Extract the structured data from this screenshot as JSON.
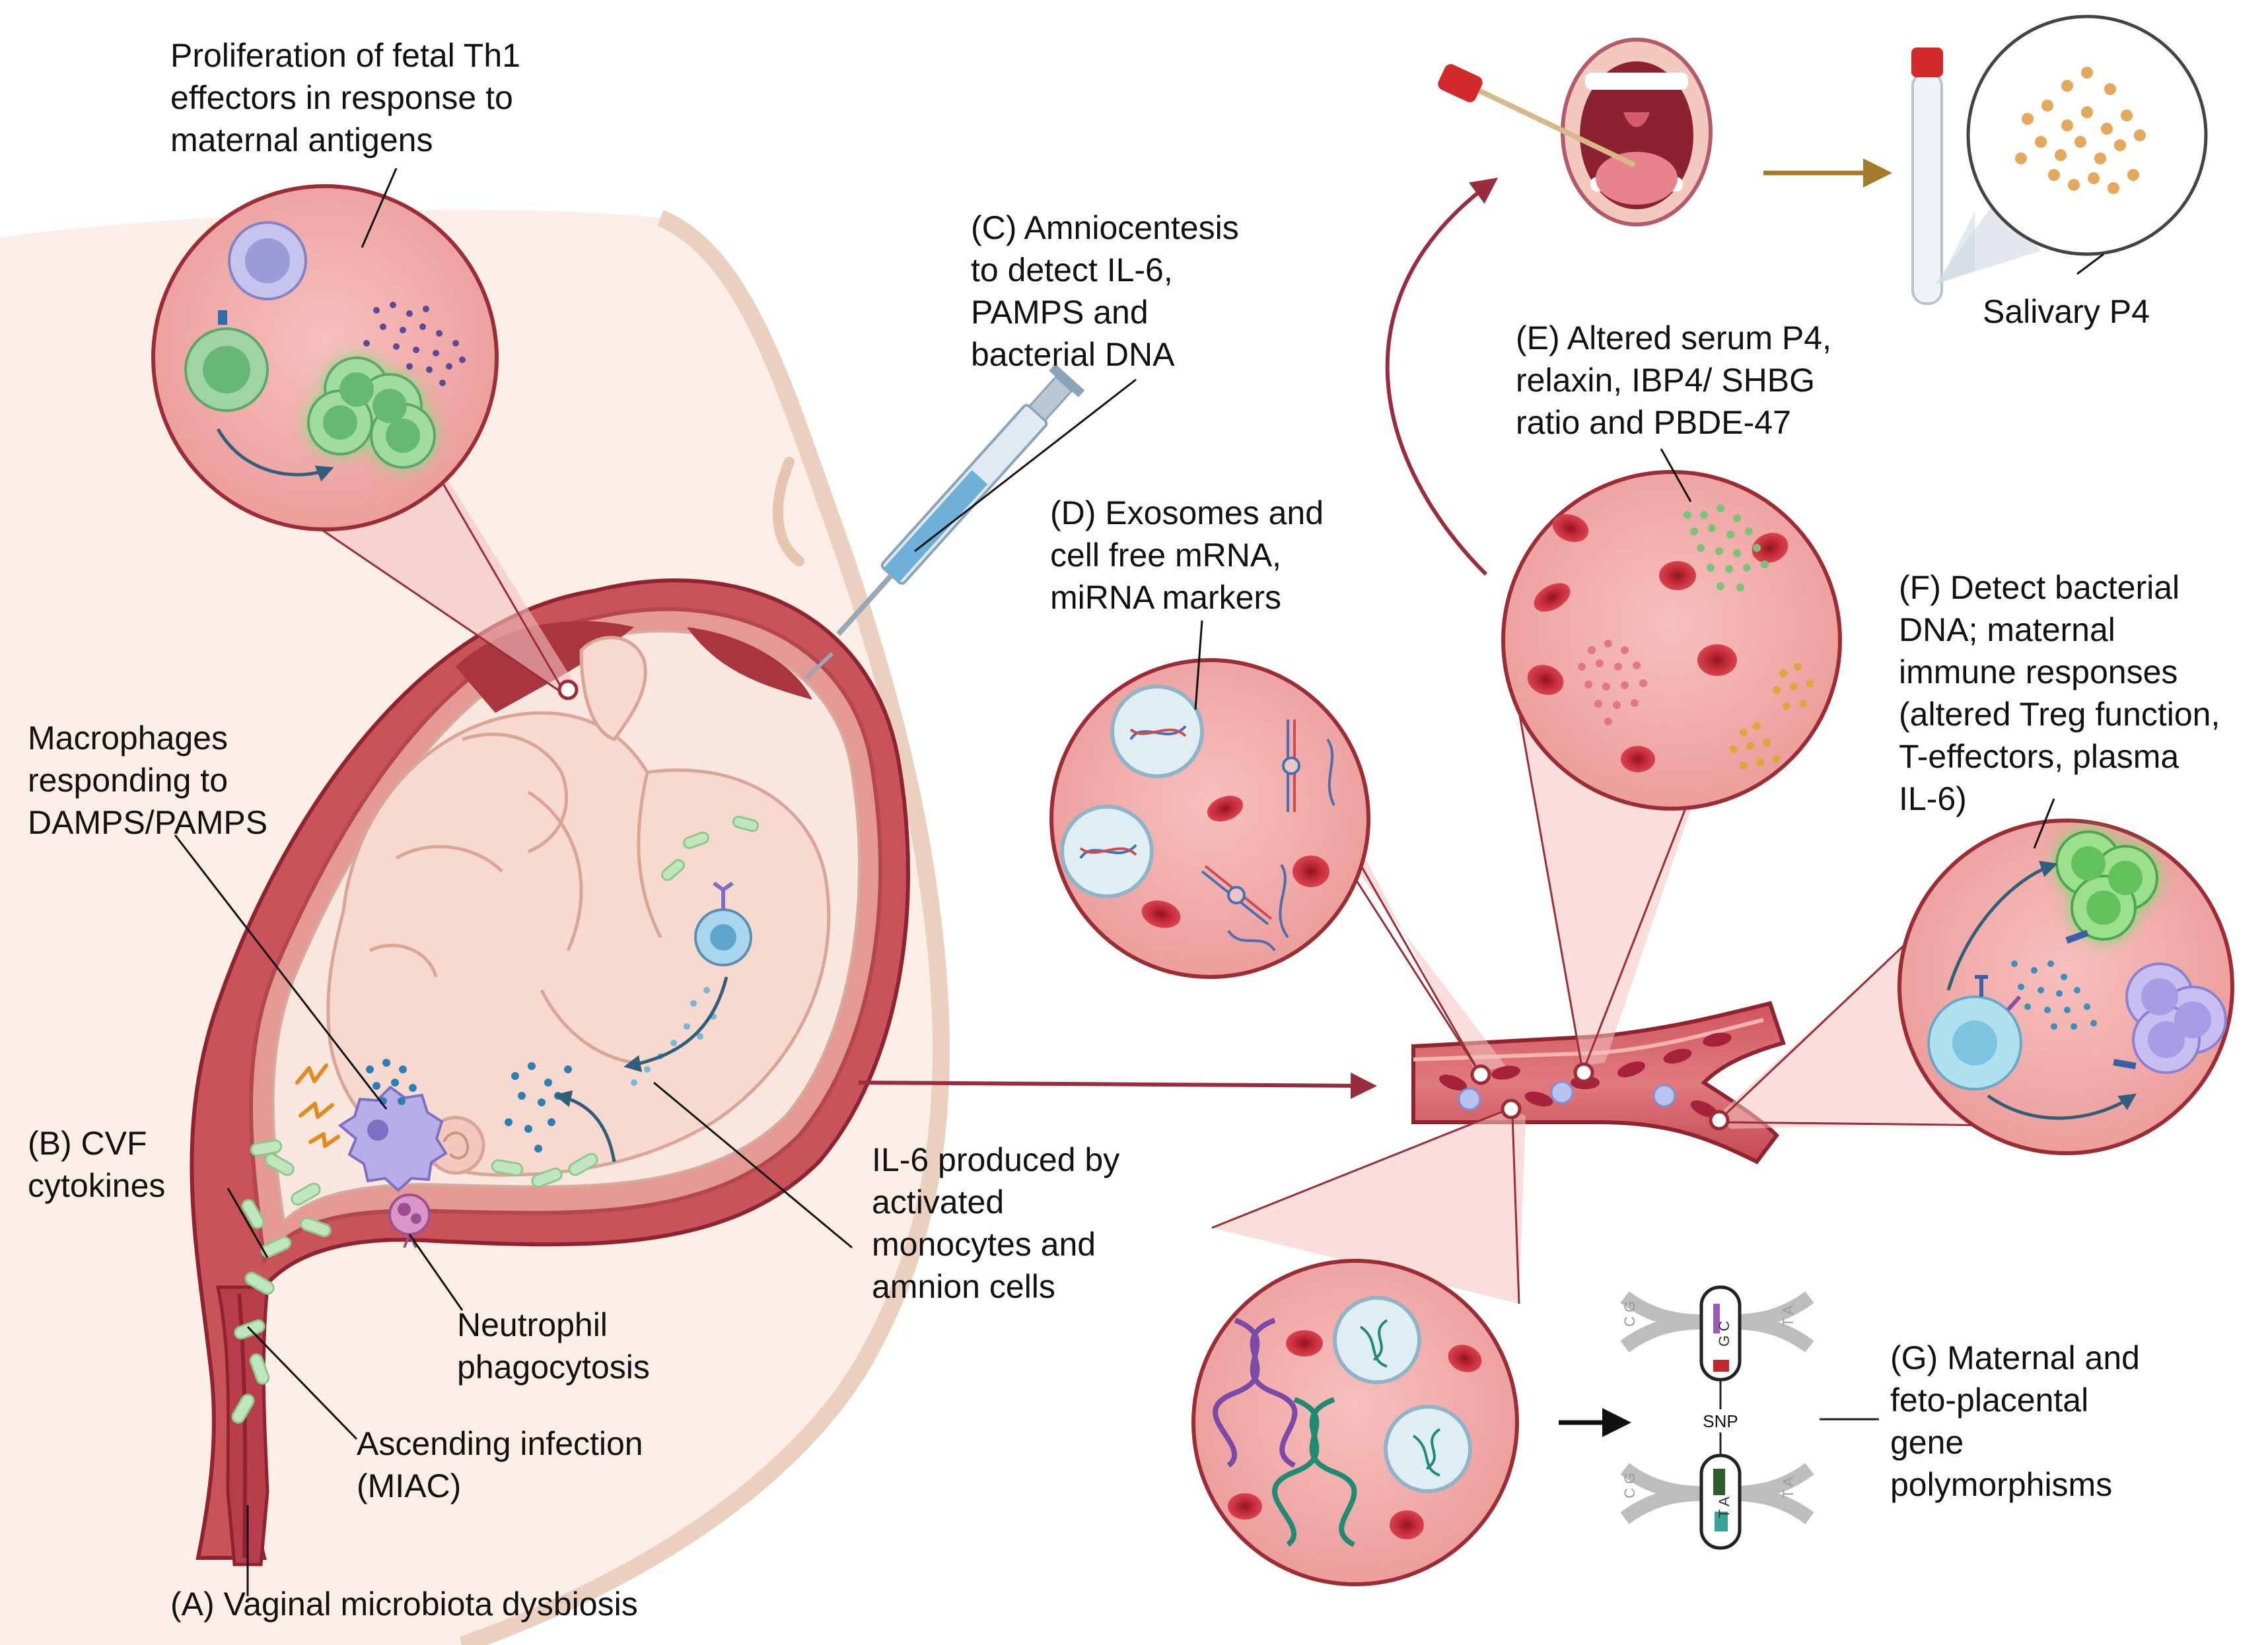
{
  "labels": {
    "th1": [
      "Proliferation of fetal Th1",
      "effectors in response to",
      "maternal antigens"
    ],
    "amnio": [
      "(C) Amniocentesis",
      "to detect IL-6,",
      "PAMPS and",
      "bacterial DNA"
    ],
    "macro": [
      "Macrophages",
      "responding to",
      "DAMPS/PAMPS"
    ],
    "cvf": [
      "(B) CVF",
      "cytokines"
    ],
    "neutro": [
      "Neutrophil",
      "phagocytosis"
    ],
    "ascend": [
      "Ascending infection",
      "(MIAC)"
    ],
    "vaginal": [
      "(A) Vaginal microbiota dysbiosis"
    ],
    "il6": [
      "IL-6 produced by",
      "activated",
      "monocytes and",
      "amnion cells"
    ],
    "exo": [
      "(D) Exosomes and",
      "cell free mRNA,",
      "miRNA markers"
    ],
    "serum": [
      "(E) Altered serum P4,",
      "relaxin, IBP4/ SHBG",
      "ratio and PBDE-47"
    ],
    "salivary": [
      "Salivary P4"
    ],
    "bact": [
      "(F) Detect bacterial",
      "DNA; maternal",
      "immune responses",
      "(altered Treg function,",
      "T-effectors, plasma",
      "IL-6)"
    ],
    "gene": [
      "(G) Maternal and",
      "feto-placental",
      "gene",
      "polymorphisms"
    ],
    "snp": "SNP"
  },
  "dna_bases": {
    "top_left": "C G",
    "top_center": "G C",
    "top_right": "T A",
    "bottom_left": "C G",
    "bottom_center": "T A",
    "bottom_right": "T A"
  },
  "colors": {
    "lens_fill": "#f2aaa8",
    "lens_stroke": "#9c2c35",
    "uterus": "#c8545a",
    "uterus_dark": "#8f2430",
    "fetus": "#f7d9cf",
    "fetus_line": "#d9a596",
    "rbc": "#c9303c",
    "bacteria": "#bfe6bf",
    "arrow_red": "#9b2c3e",
    "arrow_gold": "#a47b2a",
    "t_cell_green": "#8fd68a",
    "t_cell_purple": "#bfb6ee",
    "monocyte_blue": "#a9d6ee",
    "dna_purple": "#7b4aa8",
    "dna_teal": "#1f8b74"
  }
}
